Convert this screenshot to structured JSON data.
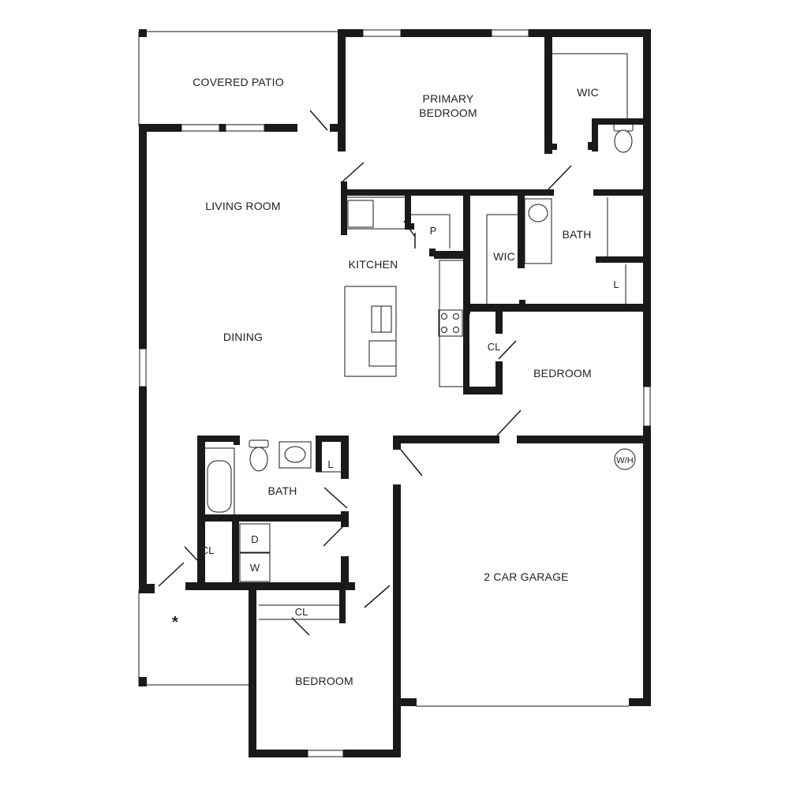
{
  "floor_plan": {
    "rooms": {
      "covered_patio": "COVERED PATIO",
      "primary_bedroom_line1": "PRIMARY",
      "primary_bedroom_line2": "BEDROOM",
      "primary_wic": "WIC",
      "living_room": "LIVING ROOM",
      "kitchen": "KITCHEN",
      "pantry": "P",
      "wic_2": "WIC",
      "primary_bath": "BATH",
      "linen_1": "L",
      "dining": "DINING",
      "closet_1": "CL",
      "bedroom_2": "BEDROOM",
      "water_heater": "W/H",
      "bath_2": "BATH",
      "linen_2": "L",
      "dryer": "D",
      "washer": "W",
      "closet_2": "CL",
      "closet_3": "CL",
      "garage": "2 CAR GARAGE",
      "bedroom_3": "BEDROOM",
      "entry_marker": "*"
    }
  }
}
